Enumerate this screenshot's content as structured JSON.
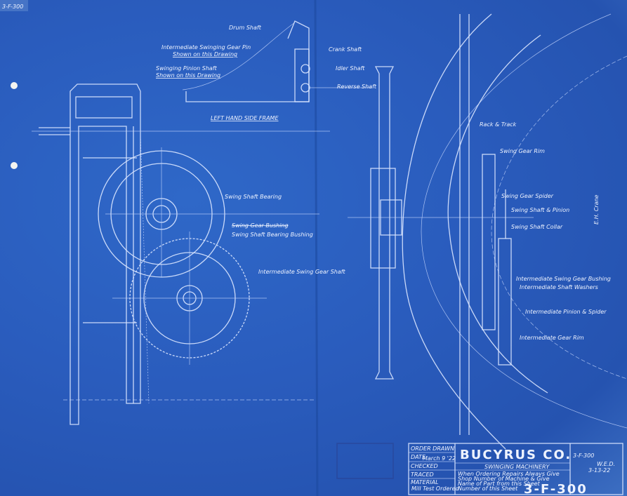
{
  "sheet_number_corner": "3-F-300",
  "upper_view": {
    "title": "LEFT HAND SIDE FRAME",
    "labels": [
      "Drum Shaft",
      "Intermediate Swinging Gear Pin",
      "Shown on this Drawing",
      "Swinging Pinion Shaft",
      "Shown on this Drawing",
      "Crank Shaft",
      "Idler Shaft",
      "Reverse Shaft"
    ]
  },
  "left_view": {
    "labels": [
      "Swing Shaft Bearing",
      "Swing Gear Bushing",
      "Swing Shaft Bearing Bushing",
      "Intermediate Swing Gear Shaft"
    ]
  },
  "right_view": {
    "labels": [
      "Rack & Track",
      "Swing Gear Rim",
      "Swing Gear Spider",
      "Swing Shaft & Pinion",
      "Swing Shaft Collar",
      "Intermediate Swing Gear Bushing",
      "Intermediate Shaft Washers",
      "Intermediate Pinion & Spider",
      "Intermediate Gear Rim"
    ],
    "vertical_note": "E.H. Crane"
  },
  "title_block": {
    "company": "BUCYRUS CO.",
    "title": "SWINGING MACHINERY",
    "drawing_number": "3-F-300",
    "stamp_number": "3-F-300",
    "date": "March 9 '22",
    "field_labels": [
      "ORDER DRAWN",
      "DATE",
      "CHECKED",
      "TRACED",
      "MATERIAL"
    ],
    "signature": "Mill Test Ordered",
    "notes": [
      "When Ordering Repairs Always Give",
      "Shop Number of Machine & Give",
      "Name of Part from this Sheet",
      "Number of this Sheet"
    ],
    "initials": "W.E.D.",
    "revision": "3-13-22"
  },
  "colors": {
    "paper": "#2a5cbd",
    "line": "#dce7ff"
  }
}
